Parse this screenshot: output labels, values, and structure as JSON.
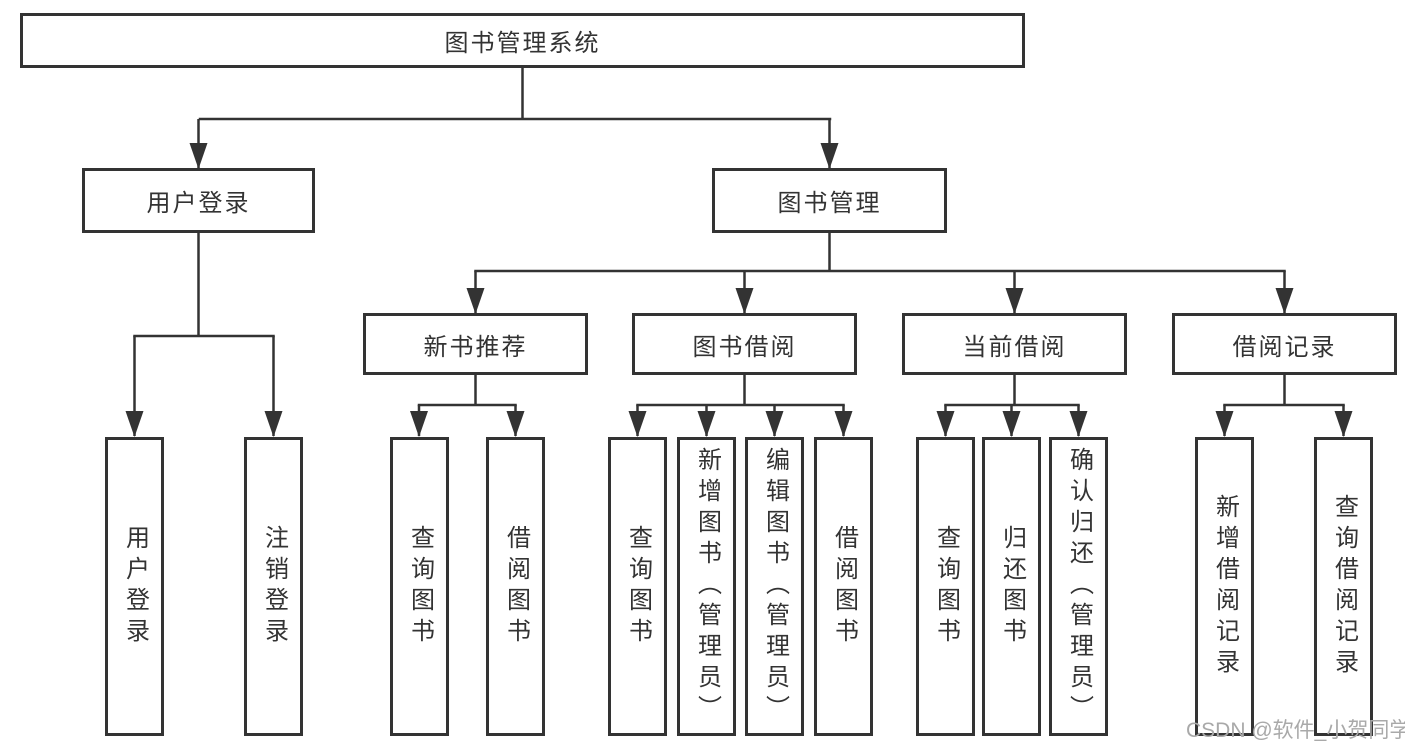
{
  "diagram": {
    "title": "图书管理系统",
    "nodes": {
      "root": "图书管理系统",
      "user_login": "用户登录",
      "book_mgmt": "图书管理",
      "new_book_rec": "新书推荐",
      "book_borrow": "图书借阅",
      "current_borrow": "当前借阅",
      "borrow_records": "借阅记录",
      "user_login_children": [
        "用户登录",
        "注销登录"
      ],
      "new_book_rec_children": [
        "查询图书",
        "借阅图书"
      ],
      "book_borrow_children": [
        "查询图书",
        "新增图书（管理员）",
        "编辑图书（管理员）",
        "借阅图书"
      ],
      "current_borrow_children": [
        "查询图书",
        "归还图书",
        "确认归还（管理员）"
      ],
      "borrow_records_children": [
        "新增借阅记录",
        "查询借阅记录"
      ]
    },
    "colors": {
      "line": "#333333",
      "text": "#333333",
      "background": "#ffffff",
      "watermark": "#a9a9a9"
    }
  },
  "watermark": "CSDN @软件_小贺同学"
}
